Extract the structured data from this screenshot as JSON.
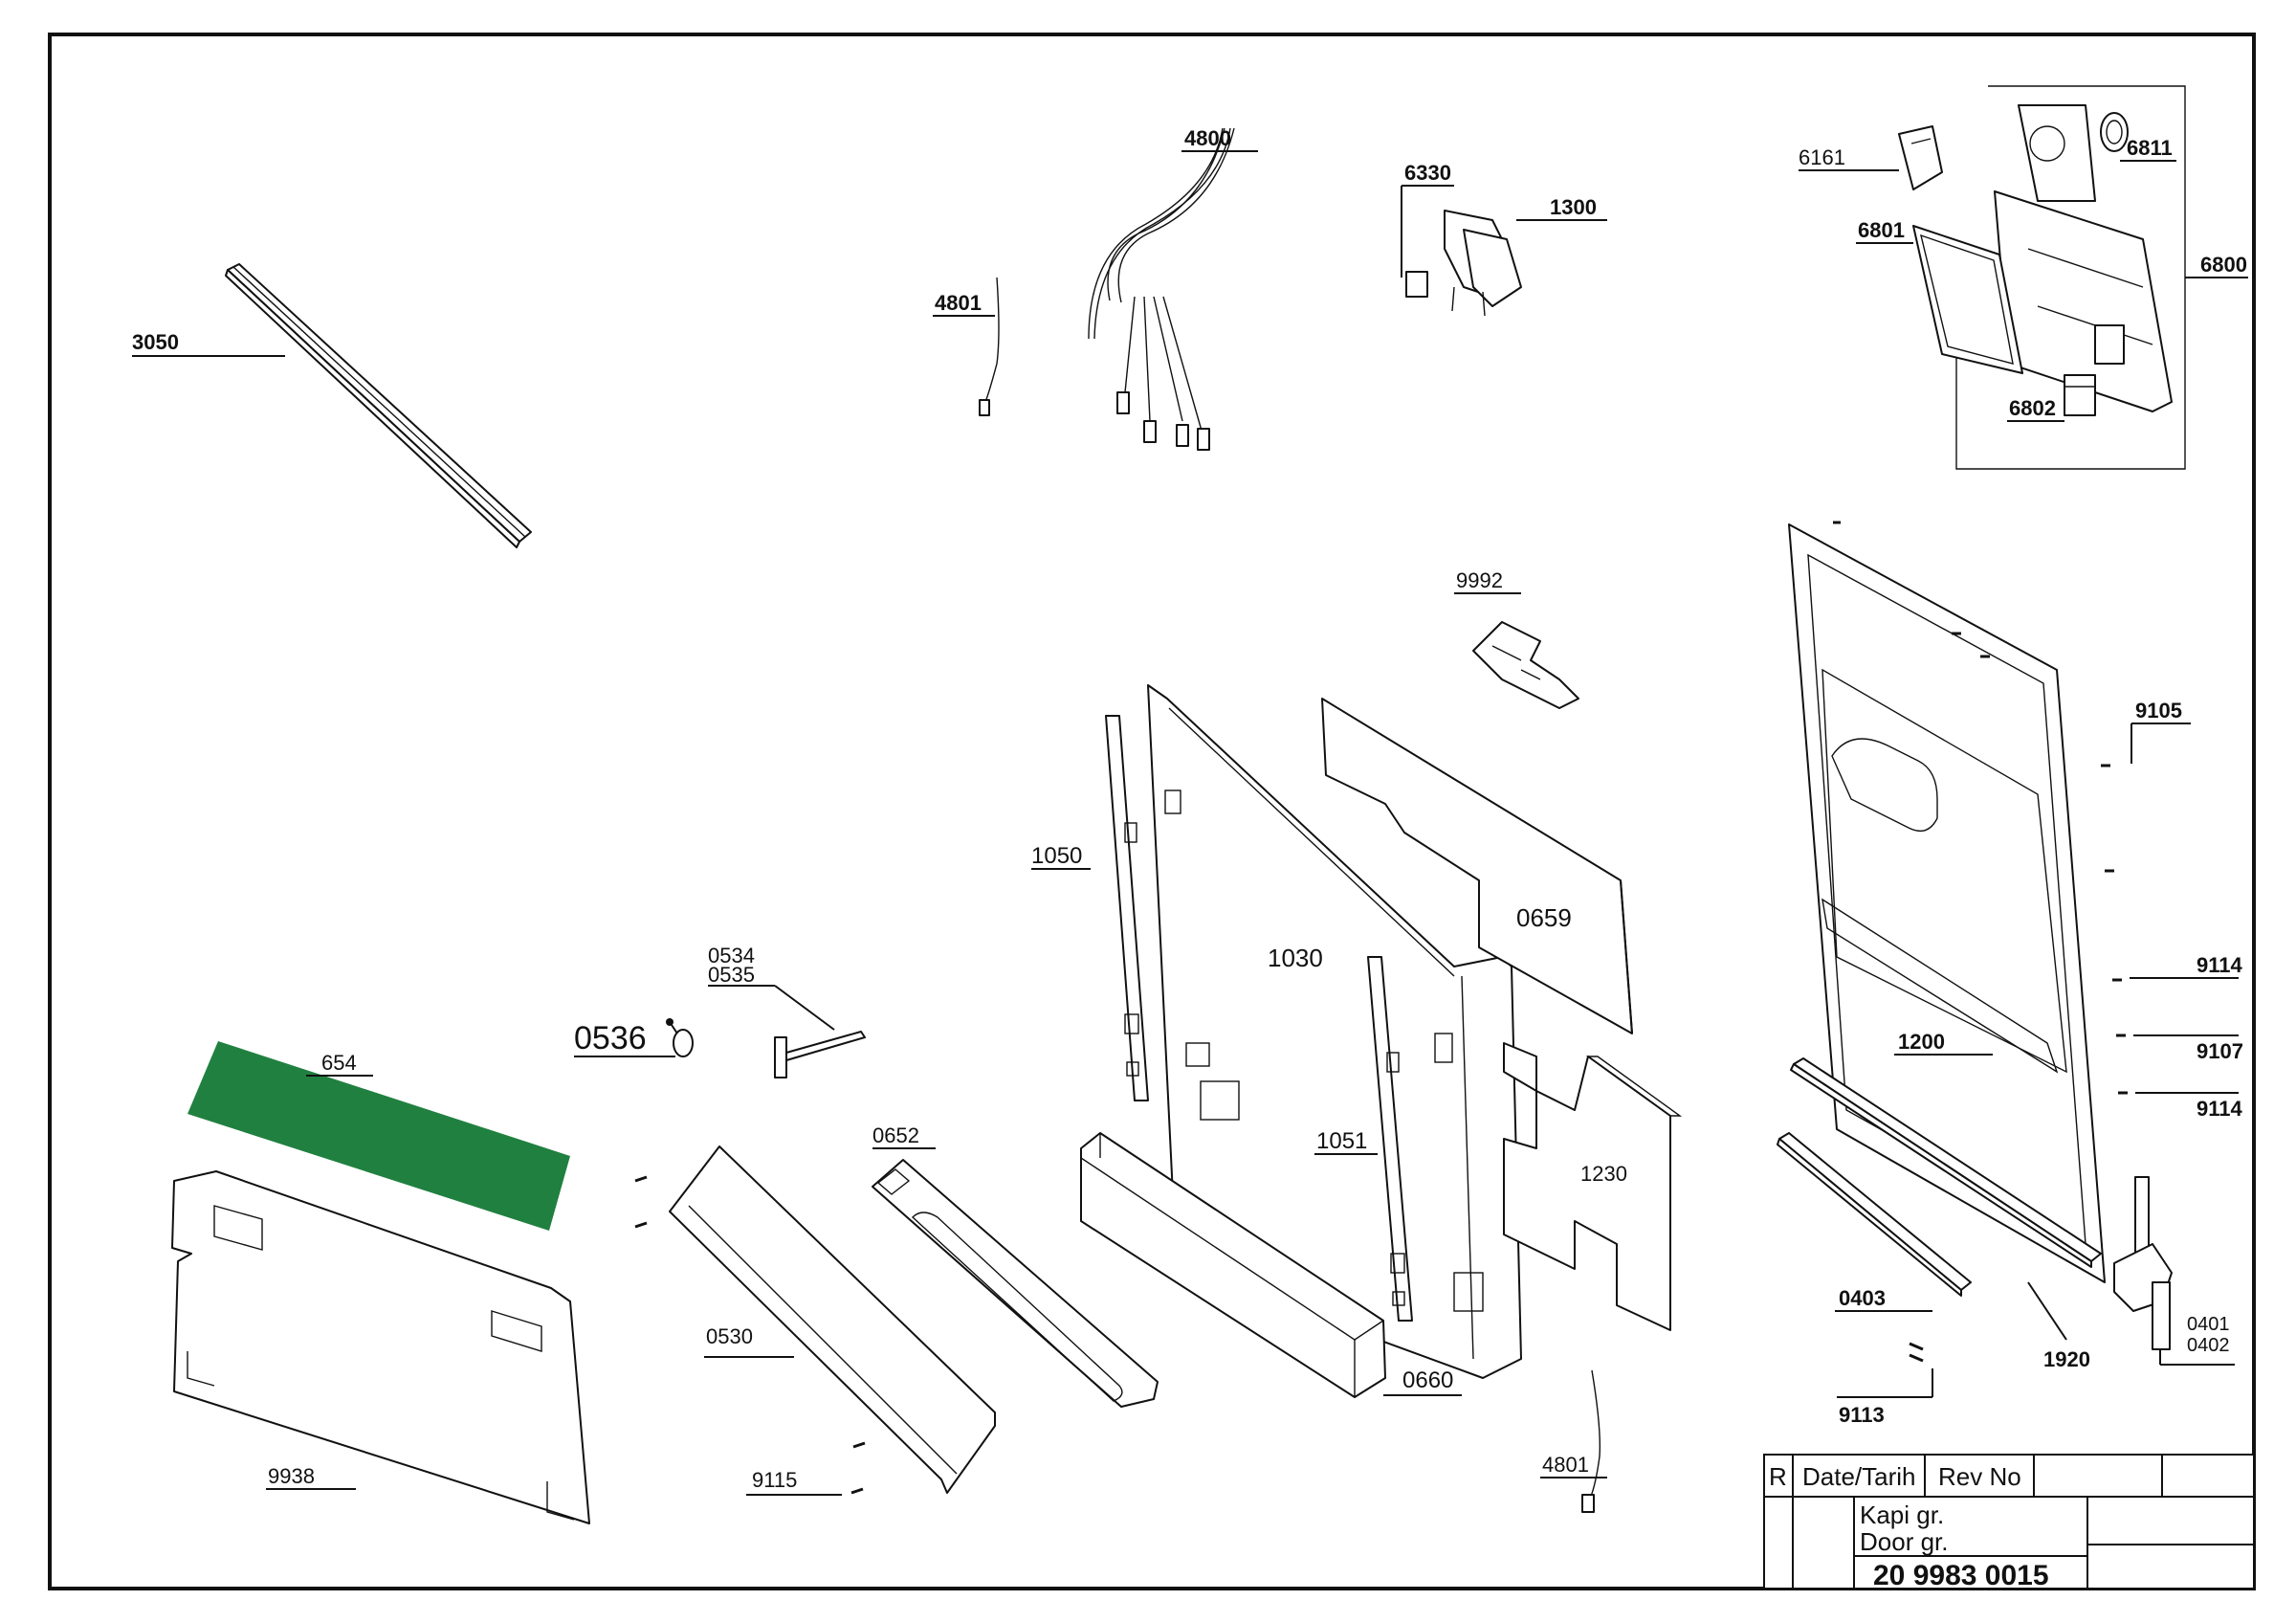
{
  "parts": {
    "p3050": "3050",
    "p4800": "4800",
    "p4801a": "4801",
    "p4801b": "4801",
    "p6330": "6330",
    "p1300": "1300",
    "p6161": "6161",
    "p6811": "6811",
    "p6801": "6801",
    "p6800": "6800",
    "p6802": "6802",
    "p9992": "9992",
    "p9105": "9105",
    "p9114a": "9114",
    "p9107": "9107",
    "p9114b": "9114",
    "p1200": "1200",
    "p0403": "0403",
    "p1920": "1920",
    "p9113": "9113",
    "p0401": "0401",
    "p0402": "0402",
    "p1050": "1050",
    "p1030": "1030",
    "p0659": "0659",
    "p1051": "1051",
    "p1230": "1230",
    "p0660": "0660",
    "p0534": "0534",
    "p0535": "0535",
    "p0536": "0536",
    "p654": "654",
    "p0652": "0652",
    "p0530": "0530",
    "p9938": "9938",
    "p9115": "9115"
  },
  "title_block": {
    "r": "R",
    "date": "Date/Tarih",
    "rev": "Rev No",
    "name_tr": "Kapi gr.",
    "name_en": "Door gr.",
    "doc_no": "20 9983 0015"
  },
  "colors": {
    "highlight": "#208040",
    "line": "#111111"
  }
}
